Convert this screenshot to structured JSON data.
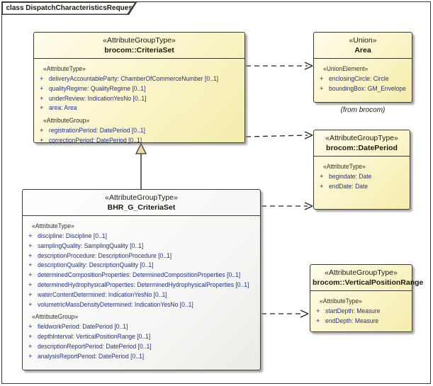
{
  "frame": {
    "title": "class DispatchCharacteristicsRequest Simple"
  },
  "colors": {
    "box_fill_light": "#FFFDEA",
    "box_fill_dark": "#F5EDAB",
    "main_box_fill": "#FFFFFF",
    "border": "#3B3B32",
    "attribute_text": "#233188",
    "stereotype_text": "#30302A",
    "generalization_triangle_fill": "#EDD9A8",
    "shadow": "#828282"
  },
  "classes": [
    {
      "id": "criteria-set",
      "stereotype": "«AttributeGroupType»",
      "name": "brocom::CriteriaSet",
      "members": [
        {
          "kind": "stereo",
          "text": "«AttributeType»"
        },
        {
          "kind": "attr",
          "vis": "+",
          "text": "deliveryAccountableParty: ChamberOfCommerceNumber [0..1]"
        },
        {
          "kind": "attr",
          "vis": "+",
          "text": "qualityRegime: QualityRegime [0..1]"
        },
        {
          "kind": "attr",
          "vis": "+",
          "text": "underReview: IndicationYesNo [0..1]"
        },
        {
          "kind": "attr",
          "vis": "+",
          "text": "area: Area"
        },
        {
          "kind": "stereo",
          "text": "«AttributeGroup»"
        },
        {
          "kind": "attr",
          "vis": "+",
          "text": "registrationPeriod: DatePeriod [0..1]"
        },
        {
          "kind": "attr",
          "vis": "+",
          "text": "correctionPeriod: DatePeriod [0..1]"
        }
      ]
    },
    {
      "id": "area",
      "stereotype": "«Union»",
      "name": "Area",
      "caption": "(from brocom)",
      "members": [
        {
          "kind": "stereo",
          "text": "«UnionElement»"
        },
        {
          "kind": "attr",
          "vis": "+",
          "text": "enclosingCircle: Circle"
        },
        {
          "kind": "attr",
          "vis": "+",
          "text": "boundingBox: GM_Envelope"
        }
      ]
    },
    {
      "id": "date-period",
      "stereotype": "«AttributeGroupType»",
      "name": "brocom::DatePeriod",
      "members": [
        {
          "kind": "stereo",
          "text": "«AttributeType»"
        },
        {
          "kind": "attr",
          "vis": "+",
          "text": "begindate: Date"
        },
        {
          "kind": "attr",
          "vis": "+",
          "text": "endDate: Date"
        }
      ]
    },
    {
      "id": "bhr-g-criteria-set",
      "stereotype": "«AttributeGroupType»",
      "name": "BHR_G_CriteriaSet",
      "members": [
        {
          "kind": "stereo",
          "text": "«AttributeType»"
        },
        {
          "kind": "attr",
          "vis": "+",
          "text": "discipline: Discipline [0..1]"
        },
        {
          "kind": "attr",
          "vis": "+",
          "text": "samplingQuality: SamplingQuality [0..1]"
        },
        {
          "kind": "attr",
          "vis": "+",
          "text": "descriptionProcedure: DescriptionProcedure [0..1]"
        },
        {
          "kind": "attr",
          "vis": "+",
          "text": "descriptionQuality: DescriptionQuality [0..1]"
        },
        {
          "kind": "attr",
          "vis": "+",
          "text": "determinedCompositionProperties: DeterminedCompositionProperties [0..1]"
        },
        {
          "kind": "attr",
          "vis": "+",
          "text": "determinedHydrophysicalProperties: DeterminedHydrophysicalProperties [0..1]"
        },
        {
          "kind": "attr",
          "vis": "+",
          "text": "waterContentDetermined: IndicationYesNo [0..1]"
        },
        {
          "kind": "attr",
          "vis": "+",
          "text": "volumetricMassDensityDetermined: IndicationYesNo [0..1]"
        },
        {
          "kind": "stereo",
          "text": "«AttributeGroup»"
        },
        {
          "kind": "attr",
          "vis": "+",
          "text": "fieldworkPeriod: DatePeriod [0..1]"
        },
        {
          "kind": "attr",
          "vis": "+",
          "text": "depthInterval: VerticalPositionRange [0..1]"
        },
        {
          "kind": "attr",
          "vis": "+",
          "text": "descriptionReportPeriod: DatePeriod [0..1]"
        },
        {
          "kind": "attr",
          "vis": "+",
          "text": "analysisReportPeriod: DatePeriod [0..1]"
        }
      ]
    },
    {
      "id": "vertical-position-range",
      "stereotype": "«AttributeGroupType»",
      "name": "brocom::VerticalPositionRange",
      "members": [
        {
          "kind": "stereo",
          "text": "«AttributeType»"
        },
        {
          "kind": "attr",
          "vis": "+",
          "text": "startDepth: Measure"
        },
        {
          "kind": "attr",
          "vis": "+",
          "text": "endDepth: Measure"
        }
      ]
    }
  ],
  "relations": [
    {
      "type": "dependency",
      "from": "brocom::CriteriaSet",
      "to": "Area"
    },
    {
      "type": "dependency",
      "from": "brocom::CriteriaSet",
      "to": "brocom::DatePeriod"
    },
    {
      "type": "generalization",
      "from": "BHR_G_CriteriaSet",
      "to": "brocom::CriteriaSet"
    },
    {
      "type": "dependency",
      "from": "BHR_G_CriteriaSet",
      "to": "brocom::DatePeriod"
    },
    {
      "type": "dependency",
      "from": "BHR_G_CriteriaSet",
      "to": "brocom::VerticalPositionRange"
    }
  ]
}
